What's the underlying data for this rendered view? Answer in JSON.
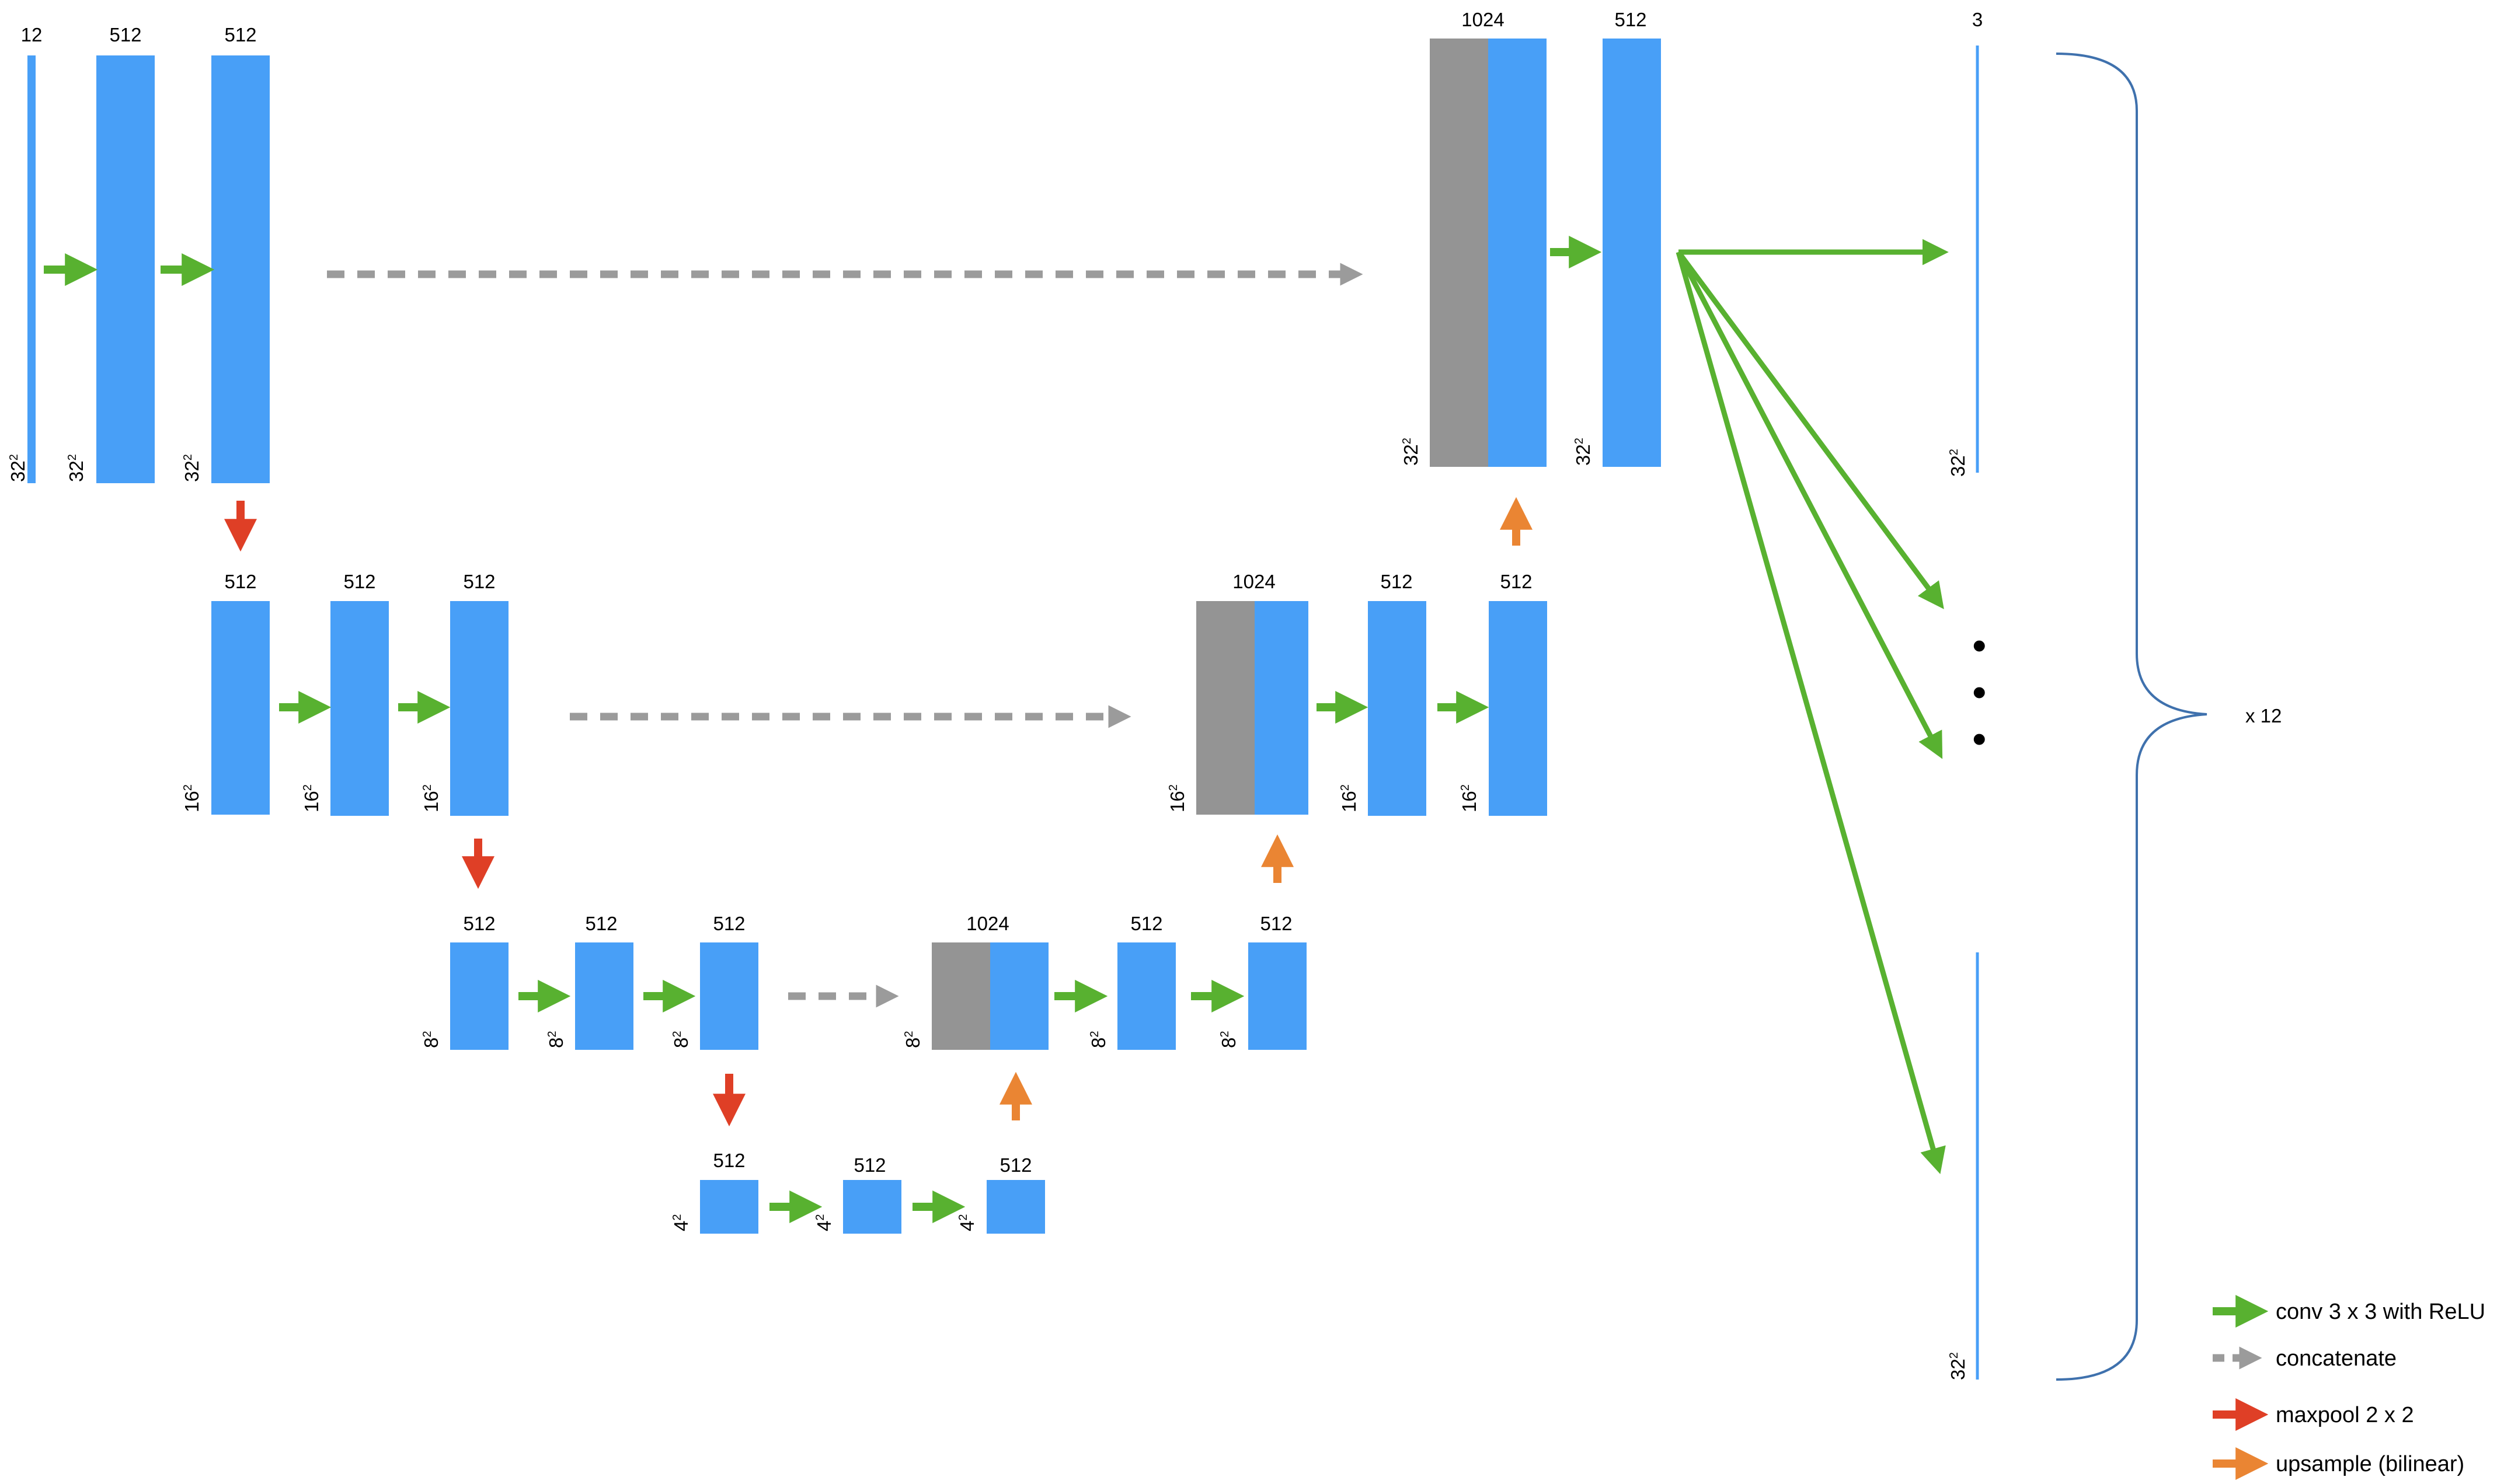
{
  "colors": {
    "feature_map": "#489ff7",
    "skip_map": "#949494",
    "conv": "#58b130",
    "concat": "#9b9b9b",
    "maxpool": "#df3f26",
    "upsample": "#ea8533",
    "brace": "#3f71ad"
  },
  "blocks": {
    "enc1_in": {
      "channels": "12",
      "size_base": "32",
      "size_exp": "2"
    },
    "enc1_c1": {
      "channels": "512",
      "size_base": "32",
      "size_exp": "2"
    },
    "enc1_c2": {
      "channels": "512",
      "size_base": "32",
      "size_exp": "2"
    },
    "enc2_in": {
      "channels": "512",
      "size_base": "16",
      "size_exp": "2"
    },
    "enc2_c1": {
      "channels": "512",
      "size_base": "16",
      "size_exp": "2"
    },
    "enc2_c2": {
      "channels": "512",
      "size_base": "16",
      "size_exp": "2"
    },
    "enc3_in": {
      "channels": "512",
      "size_base": "8",
      "size_exp": "2"
    },
    "enc3_c1": {
      "channels": "512",
      "size_base": "8",
      "size_exp": "2"
    },
    "enc3_c2": {
      "channels": "512",
      "size_base": "8",
      "size_exp": "2"
    },
    "bott_in": {
      "channels": "512",
      "size_base": "4",
      "size_exp": "2"
    },
    "bott_c1": {
      "channels": "512",
      "size_base": "4",
      "size_exp": "2"
    },
    "bott_c2": {
      "channels": "512",
      "size_base": "4",
      "size_exp": "2"
    },
    "dec3_cat": {
      "channels": "1024",
      "size_base": "8",
      "size_exp": "2"
    },
    "dec3_c1": {
      "channels": "512",
      "size_base": "8",
      "size_exp": "2"
    },
    "dec3_c2": {
      "channels": "512",
      "size_base": "8",
      "size_exp": "2"
    },
    "dec2_cat": {
      "channels": "1024",
      "size_base": "16",
      "size_exp": "2"
    },
    "dec2_c1": {
      "channels": "512",
      "size_base": "16",
      "size_exp": "2"
    },
    "dec2_c2": {
      "channels": "512",
      "size_base": "16",
      "size_exp": "2"
    },
    "dec1_cat": {
      "channels": "1024",
      "size_base": "32",
      "size_exp": "2"
    },
    "dec1_c1": {
      "channels": "512",
      "size_base": "32",
      "size_exp": "2"
    },
    "out_top": {
      "channels": "3",
      "size_base": "32",
      "size_exp": "2"
    },
    "out_bottom": {
      "size_base": "32",
      "size_exp": "2"
    }
  },
  "output": {
    "ellipsis": [
      "•",
      "•",
      "•"
    ],
    "multiplier": "x 12"
  },
  "legend": {
    "conv": "conv 3 x 3 with ReLU",
    "concat": "concatenate",
    "maxpool": "maxpool 2 x 2",
    "upsample": "upsample (bilinear)"
  }
}
